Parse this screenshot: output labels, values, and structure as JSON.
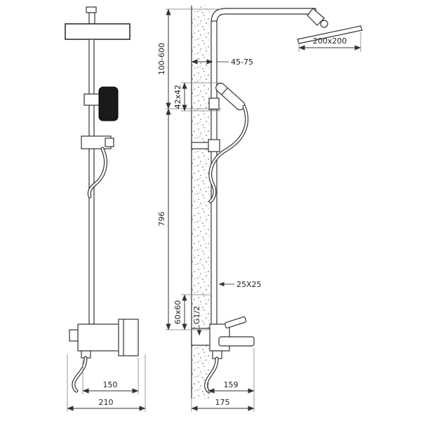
{
  "drawing": {
    "labels": {
      "mount_height_range": "100-600",
      "wall_clearance": "45-75",
      "slider_size": "42x42",
      "head_size": "200x200",
      "column_length": "796",
      "pipe_profile": "25X25",
      "valve_size": "60x60",
      "inlet_thread": "G1/2",
      "front_width": "150",
      "front_overall_width": "210",
      "side_depth": "159",
      "side_overall_depth": "175"
    }
  }
}
